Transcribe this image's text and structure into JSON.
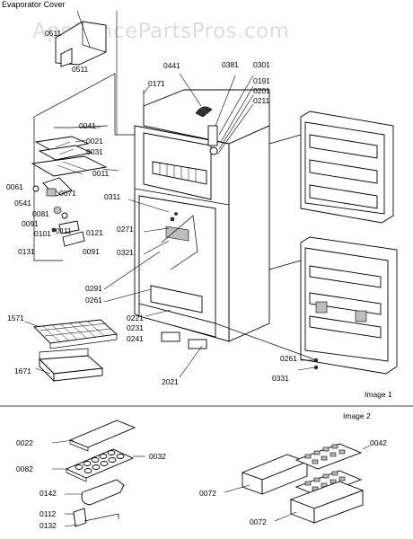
{
  "watermark": "AppliancePartsPros.com",
  "header_label": "Evaporator Cover",
  "image_labels": [
    "Image 1",
    "Image 2"
  ],
  "callouts": {
    "c0511a": "0511",
    "c0511b": "0511",
    "c0441": "0441",
    "c0381": "0381",
    "c0301": "0301",
    "c0171": "0171",
    "c0191": "0191",
    "c0201": "0201",
    "c0211": "0211",
    "c0041": "0041",
    "c0021": "0021",
    "c0031": "0031",
    "c0011": "0011",
    "c0061": "0061",
    "c0071": "0071",
    "c0541": "0541",
    "c0081": "0081",
    "c0091a": "0091",
    "c0101": "0101",
    "c0111": "0111",
    "c0121": "0121",
    "c0131": "0131",
    "c0091b": "0091",
    "c0311": "0311",
    "c0271": "0271",
    "c0321": "0321",
    "c0291": "0291",
    "c0261a": "0261",
    "c0221": "0221",
    "c0231": "0231",
    "c0241": "0241",
    "c1571": "1571",
    "c1671": "1671",
    "c2021": "2021",
    "c0261b": "0261",
    "c0331": "0331",
    "c0022": "0022",
    "c0082": "0082",
    "c0032": "0032",
    "c0142": "0142",
    "c0112": "0112",
    "c0132": "0132",
    "c0042": "0042",
    "c0072a": "0072",
    "c0072b": "0072"
  }
}
